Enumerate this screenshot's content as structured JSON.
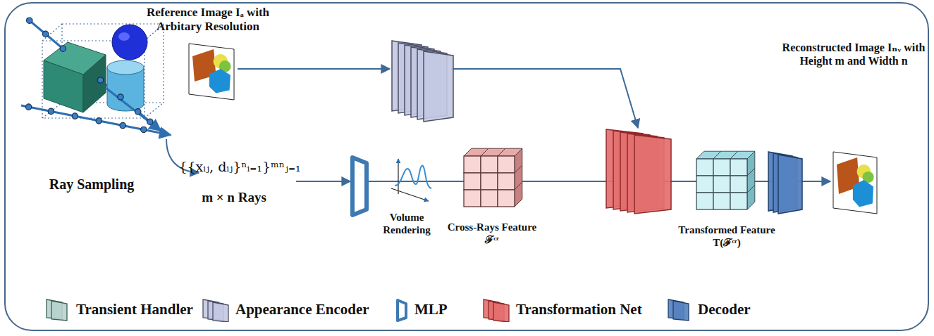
{
  "diagram": {
    "labels": [
      "Reference Image Iₐ with Arbitary Resolution",
      "Ray Sampling",
      "{{xᵢⱼ, dᵢⱼ}ⁿᵢ₌₁}ᵐⁿⱼ₌₁",
      "m × n Rays",
      "Volume Rendering",
      "Cross-Rays Feature ℱᶜʳ",
      "Transformed Feature T(ℱᶜʳ)",
      "Reconstructed Image Iₙᵥ with Height m and Width n"
    ],
    "legend": [
      {
        "text": "Transient Handler"
      },
      {
        "text": "Appearance Encoder"
      },
      {
        "text": "MLP"
      },
      {
        "text": "Transformation Net"
      },
      {
        "text": "Decoder"
      }
    ]
  }
}
